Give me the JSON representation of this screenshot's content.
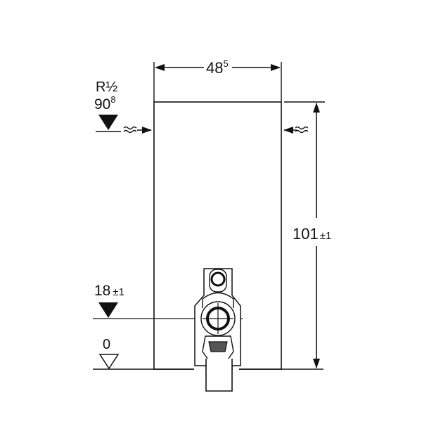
{
  "dimensions": {
    "width_main": "48",
    "width_sup": "5",
    "height_main": "101",
    "height_tol": "±1"
  },
  "left_labels": {
    "thread": "R½",
    "height_main": "90",
    "height_sup": "8",
    "drain_height": "18",
    "drain_tol": "±1",
    "floor": "0"
  },
  "colors": {
    "line": "#111111",
    "background": "#ffffff"
  }
}
